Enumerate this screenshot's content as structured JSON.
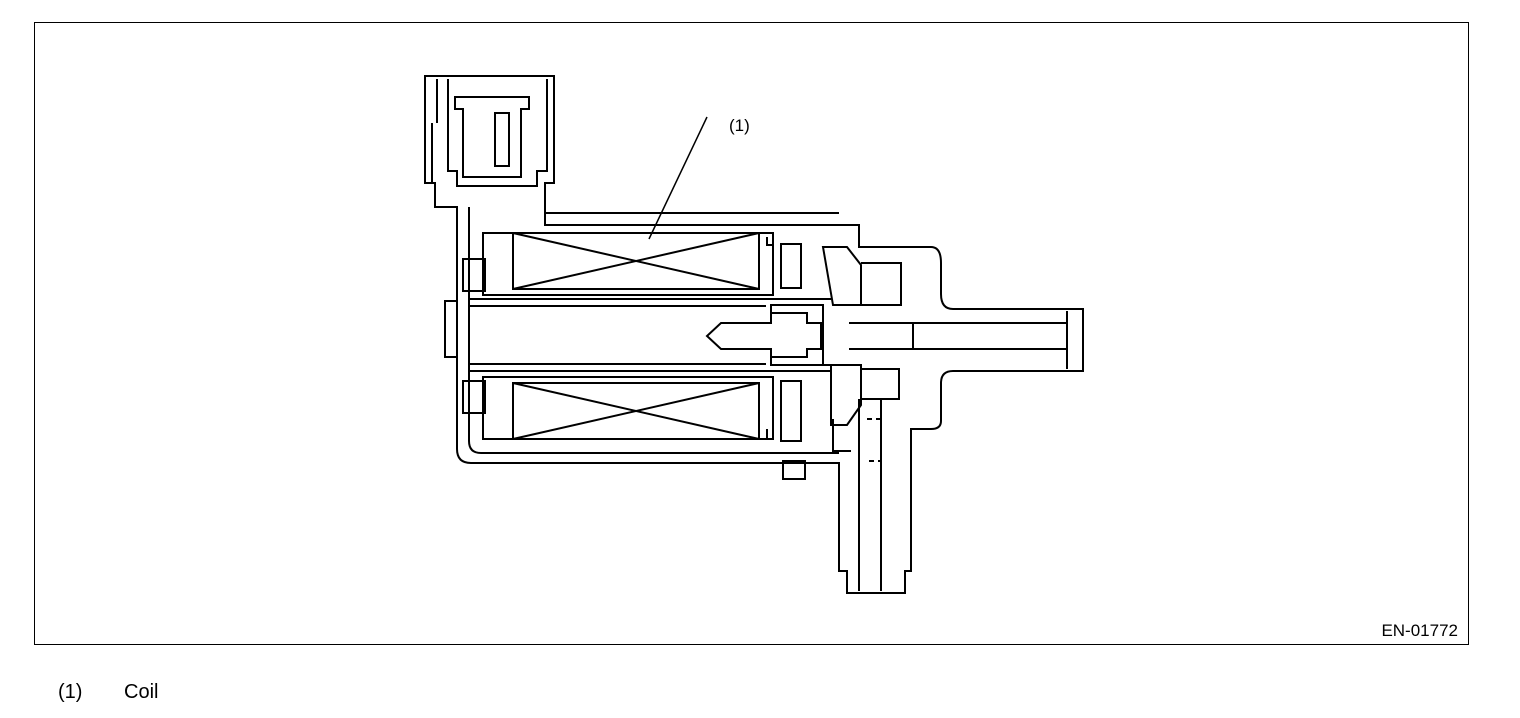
{
  "diagram": {
    "callout": "(1)",
    "figure_code": "EN-01772"
  },
  "legend": [
    {
      "number": "(1)",
      "label": "Coil"
    }
  ],
  "colors": {
    "line": "#000000",
    "background": "#ffffff"
  }
}
